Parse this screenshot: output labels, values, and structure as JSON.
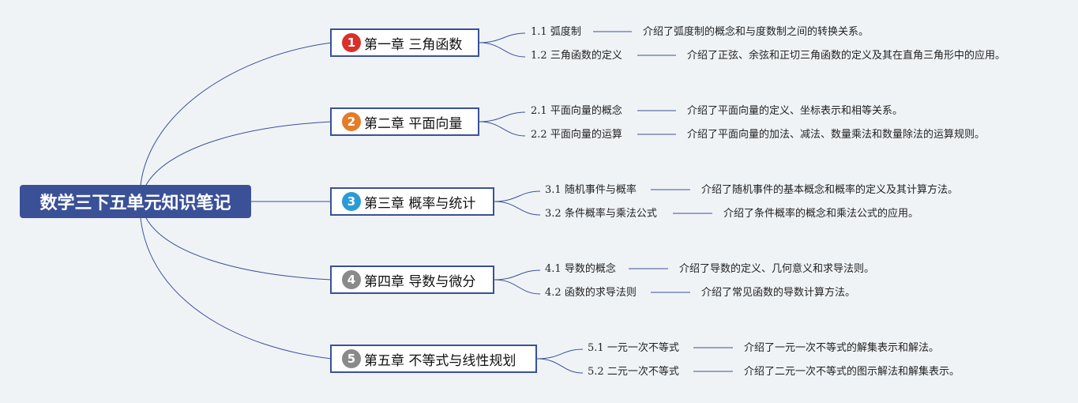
{
  "root": {
    "title": "数学三下五单元知识笔记"
  },
  "colors": {
    "root_bg": "#3a5197",
    "line": "#3a5197",
    "background": "#f0f3f6"
  },
  "chapters": [
    {
      "badge": "1",
      "badge_color": "#d9302a",
      "title": "第一章 三角函数",
      "sections": [
        {
          "num": "1.1",
          "title": "弧度制",
          "desc": "介绍了弧度制的概念和与度数制之间的转换关系。"
        },
        {
          "num": "1.2",
          "title": "三角函数的定义",
          "desc": "介绍了正弦、余弦和正切三角函数的定义及其在直角三角形中的应用。"
        }
      ]
    },
    {
      "badge": "2",
      "badge_color": "#e57c28",
      "title": "第二章 平面向量",
      "sections": [
        {
          "num": "2.1",
          "title": "平面向量的概念",
          "desc": "介绍了平面向量的定义、坐标表示和相等关系。"
        },
        {
          "num": "2.2",
          "title": "平面向量的运算",
          "desc": "介绍了平面向量的加法、减法、数量乘法和数量除法的运算规则。"
        }
      ]
    },
    {
      "badge": "3",
      "badge_color": "#2a9bd6",
      "title": "第三章 概率与统计",
      "sections": [
        {
          "num": "3.1",
          "title": "随机事件与概率",
          "desc": "介绍了随机事件的基本概念和概率的定义及其计算方法。"
        },
        {
          "num": "3.2",
          "title": "条件概率与乘法公式",
          "desc": "介绍了条件概率的概念和乘法公式的应用。"
        }
      ]
    },
    {
      "badge": "4",
      "badge_color": "#8a8a8a",
      "title": "第四章 导数与微分",
      "sections": [
        {
          "num": "4.1",
          "title": "导数的概念",
          "desc": "介绍了导数的定义、几何意义和求导法则。"
        },
        {
          "num": "4.2",
          "title": "函数的求导法则",
          "desc": "介绍了常见函数的导数计算方法。"
        }
      ]
    },
    {
      "badge": "5",
      "badge_color": "#8a8a8a",
      "title": "第五章 不等式与线性规划",
      "sections": [
        {
          "num": "5.1",
          "title": "一元一次不等式",
          "desc": "介绍了一元一次不等式的解集表示和解法。"
        },
        {
          "num": "5.2",
          "title": "二元一次不等式",
          "desc": "介绍了二元一次不等式的图示解法和解集表示。"
        }
      ]
    }
  ]
}
